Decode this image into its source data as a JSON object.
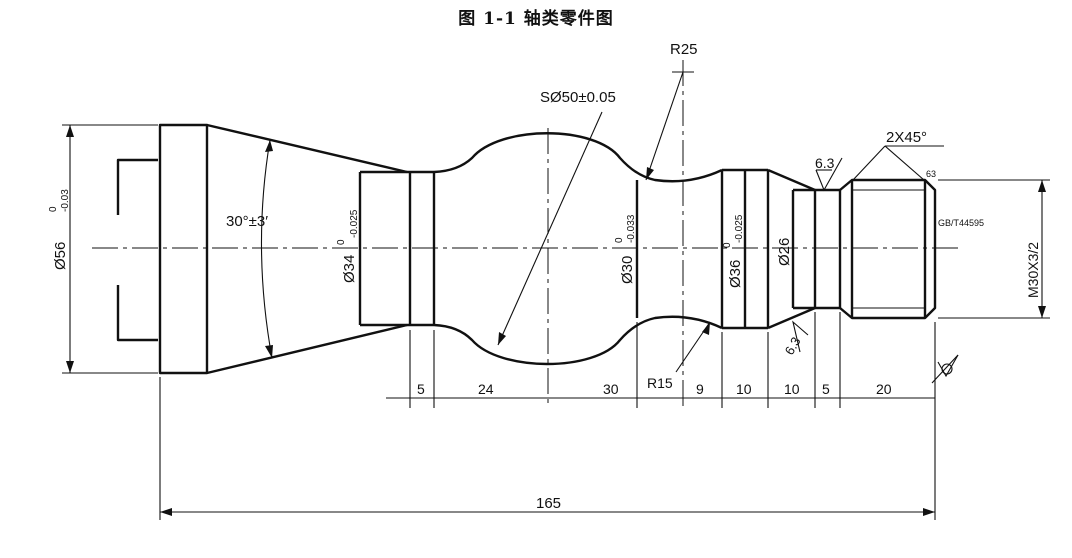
{
  "title": "图 1-1    轴类零件图",
  "dimensions": {
    "dia56": "Ø56",
    "dia56_tol_upper": "0",
    "dia56_tol_lower": "-0.03",
    "angle": "30°±3′",
    "dia34": "Ø34",
    "dia34_tol_upper": "0",
    "dia34_tol_lower": "-0.025",
    "sphere": "SØ50±0.05",
    "r25": "R25",
    "r15": "R15",
    "dia30": "Ø30",
    "dia30_tol_upper": "0",
    "dia30_tol_lower": "-0.033",
    "dia36": "Ø36",
    "dia36_tol_upper": "0",
    "dia36_tol_lower": "-0.025",
    "dia26": "Ø26",
    "chamfer": "2X45°",
    "roughness_top": "6.3",
    "roughness_small": "63",
    "roughness_bottom": "6.3",
    "thread_std": "GB/T44595",
    "thread": "M30X3/2",
    "len_5a": "5",
    "len_24": "24",
    "len_30": "30",
    "len_9": "9",
    "len_10a": "10",
    "len_10b": "10",
    "len_5b": "5",
    "len_20": "20",
    "len_165": "165"
  }
}
